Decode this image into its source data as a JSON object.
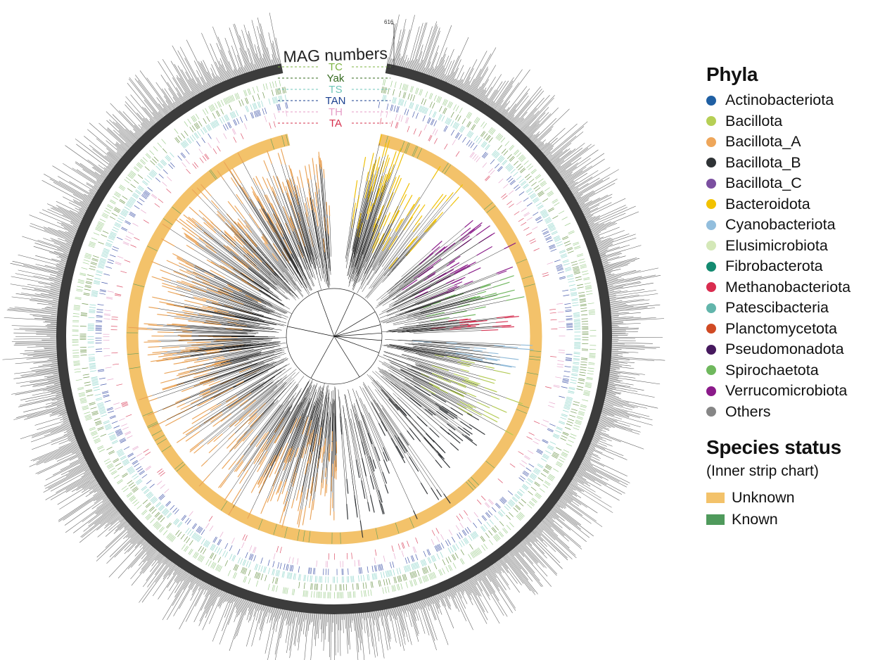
{
  "figure": {
    "histogram_max_label": "616",
    "histogram_min_label": "0",
    "track_header": "MAG numbers",
    "tracks": [
      {
        "label": "TC",
        "color": "#7cb342"
      },
      {
        "label": "Yak",
        "color": "#33691e"
      },
      {
        "label": "TS",
        "color": "#6fc6b8"
      },
      {
        "label": "TAN",
        "color": "#1a3f8f"
      },
      {
        "label": "TH",
        "color": "#e59ec7"
      },
      {
        "label": "TA",
        "color": "#d6304e"
      }
    ]
  },
  "legend": {
    "phyla_title": "Phyla",
    "phyla": [
      {
        "label": "Actinobacteriota",
        "color": "#1f5fa3"
      },
      {
        "label": "Bacillota",
        "color": "#b6cf55"
      },
      {
        "label": "Bacillota_A",
        "color": "#eea65a"
      },
      {
        "label": "Bacillota_B",
        "color": "#2f3336"
      },
      {
        "label": "Bacillota_C",
        "color": "#7b4fa0"
      },
      {
        "label": "Bacteroidota",
        "color": "#f2c200"
      },
      {
        "label": "Cyanobacteriota",
        "color": "#92bedd"
      },
      {
        "label": "Elusimicrobiota",
        "color": "#d4e8b8"
      },
      {
        "label": "Fibrobacterota",
        "color": "#138a70"
      },
      {
        "label": "Methanobacteriota",
        "color": "#d92c4f"
      },
      {
        "label": "Patescibacteria",
        "color": "#62b5ab"
      },
      {
        "label": "Planctomycetota",
        "color": "#d04a24"
      },
      {
        "label": "Pseudomonadota",
        "color": "#46195e"
      },
      {
        "label": "Spirochaetota",
        "color": "#6fb85d"
      },
      {
        "label": "Verrucomicrobiota",
        "color": "#8b1a8a"
      },
      {
        "label": "Others",
        "color": "#868686"
      }
    ],
    "species_title": "Species status",
    "species_subtitle": "(Inner strip chart)",
    "species": [
      {
        "label": "Unknown",
        "color": "#f3c26a"
      },
      {
        "label": "Known",
        "color": "#4f9a5c"
      }
    ]
  }
}
